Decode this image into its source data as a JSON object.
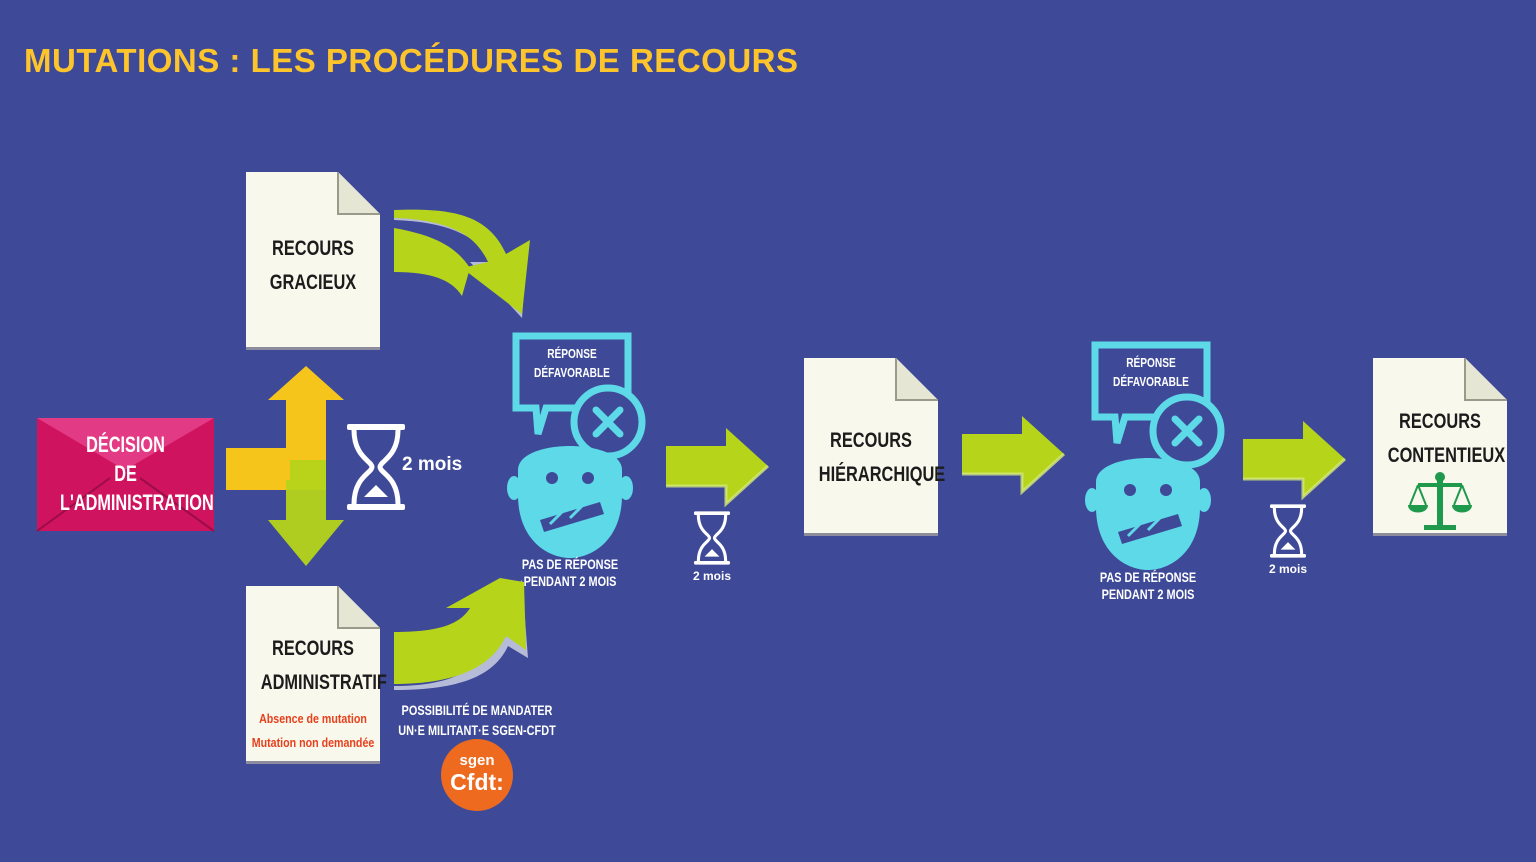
{
  "title": "MUTATIONS : LES PROCÉDURES DE RECOURS",
  "decision": {
    "line1": "DÉCISION",
    "line2": "DE",
    "line3": "L'ADMINISTRATION"
  },
  "delay_main": "2 mois",
  "recours_gracieux": {
    "line1": "RECOURS",
    "line2": "GRACIEUX"
  },
  "recours_administratif": {
    "line1": "RECOURS",
    "line2": "ADMINISTRATIF",
    "note1": "Absence de mutation",
    "note2": "Mutation non demandée"
  },
  "mandate": {
    "line1": "POSSIBILITÉ DE MANDATER",
    "line2": "UN·E MILITANT·E SGEN-CFDT"
  },
  "logo": {
    "line1": "sgen",
    "line2": "Cfdt:"
  },
  "stage1": {
    "bubble_line1": "RÉPONSE",
    "bubble_line2": "DÉFAVORABLE",
    "no_reply_line1": "PAS DE RÉPONSE",
    "no_reply_line2": "PENDANT 2 MOIS",
    "delay": "2 mois"
  },
  "recours_hierarchique": {
    "line1": "RECOURS",
    "line2": "HIÉRARCHIQUE"
  },
  "stage2": {
    "bubble_line1": "RÉPONSE",
    "bubble_line2": "DÉFAVORABLE",
    "no_reply_line1": "PAS DE RÉPONSE",
    "no_reply_line2": "PENDANT 2 MOIS",
    "delay": "2 mois"
  },
  "recours_contentieux": {
    "line1": "RECOURS",
    "line2": "CONTENTIEUX"
  },
  "colors": {
    "background": "#3e4a98",
    "title": "#fdc52b",
    "arrow_green": "#b5d41a",
    "arrow_yellow": "#f6c51c",
    "document": "#f8f8ec",
    "cyan": "#5ed9e8",
    "envelope": "#d0135f",
    "red_note": "#e8401c",
    "logo": "#ee6a1e",
    "scales": "#1f9a4c"
  },
  "icons": [
    "envelope-icon",
    "hourglass-icon",
    "speech-bubble-icon",
    "x-icon",
    "gagged-face-icon",
    "scales-icon",
    "document-icon",
    "arrow-icon"
  ]
}
